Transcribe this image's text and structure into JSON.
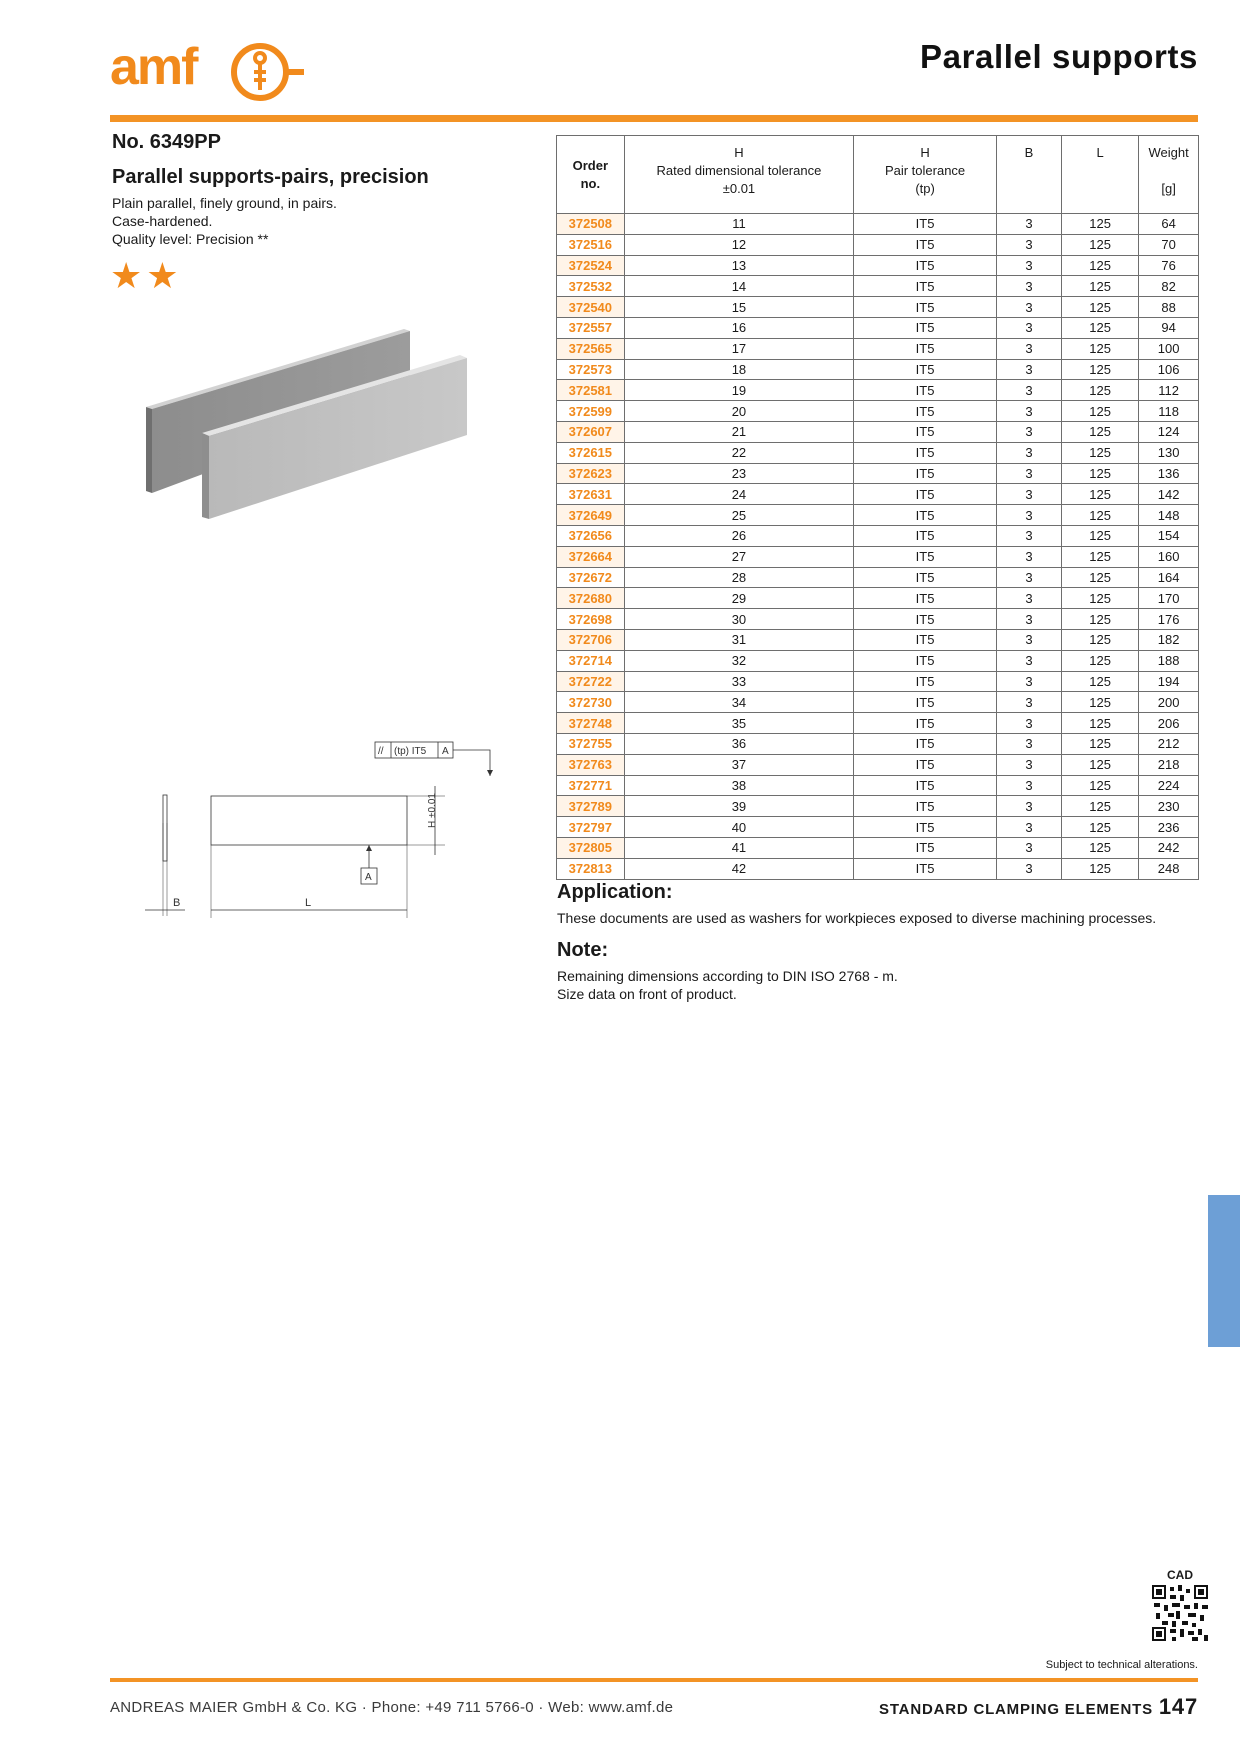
{
  "header": {
    "logo_text": "amf",
    "title": "Parallel supports"
  },
  "product": {
    "number": "No. 6349PP",
    "name": "Parallel supports-pairs, precision",
    "description": [
      "Plain parallel, finely ground, in pairs.",
      "Case-hardened.",
      "Quality level: Precision **"
    ],
    "stars": "★★"
  },
  "drawing": {
    "tolerance_frame": [
      "//",
      "(tp) IT5",
      "A"
    ],
    "h_label": "H ±0.01",
    "datum": "A",
    "b_label": "B",
    "l_label": "L"
  },
  "table": {
    "headers": {
      "order": [
        "Order",
        "no."
      ],
      "h_rated": [
        "H",
        "Rated dimensional tolerance",
        "±0.01"
      ],
      "h_pair": [
        "H",
        "Pair tolerance",
        "(tp)"
      ],
      "b": "B",
      "l": "L",
      "weight": [
        "Weight",
        "",
        "[g]"
      ]
    },
    "rows": [
      [
        "372508",
        "11",
        "IT5",
        "3",
        "125",
        "64"
      ],
      [
        "372516",
        "12",
        "IT5",
        "3",
        "125",
        "70"
      ],
      [
        "372524",
        "13",
        "IT5",
        "3",
        "125",
        "76"
      ],
      [
        "372532",
        "14",
        "IT5",
        "3",
        "125",
        "82"
      ],
      [
        "372540",
        "15",
        "IT5",
        "3",
        "125",
        "88"
      ],
      [
        "372557",
        "16",
        "IT5",
        "3",
        "125",
        "94"
      ],
      [
        "372565",
        "17",
        "IT5",
        "3",
        "125",
        "100"
      ],
      [
        "372573",
        "18",
        "IT5",
        "3",
        "125",
        "106"
      ],
      [
        "372581",
        "19",
        "IT5",
        "3",
        "125",
        "112"
      ],
      [
        "372599",
        "20",
        "IT5",
        "3",
        "125",
        "118"
      ],
      [
        "372607",
        "21",
        "IT5",
        "3",
        "125",
        "124"
      ],
      [
        "372615",
        "22",
        "IT5",
        "3",
        "125",
        "130"
      ],
      [
        "372623",
        "23",
        "IT5",
        "3",
        "125",
        "136"
      ],
      [
        "372631",
        "24",
        "IT5",
        "3",
        "125",
        "142"
      ],
      [
        "372649",
        "25",
        "IT5",
        "3",
        "125",
        "148"
      ],
      [
        "372656",
        "26",
        "IT5",
        "3",
        "125",
        "154"
      ],
      [
        "372664",
        "27",
        "IT5",
        "3",
        "125",
        "160"
      ],
      [
        "372672",
        "28",
        "IT5",
        "3",
        "125",
        "164"
      ],
      [
        "372680",
        "29",
        "IT5",
        "3",
        "125",
        "170"
      ],
      [
        "372698",
        "30",
        "IT5",
        "3",
        "125",
        "176"
      ],
      [
        "372706",
        "31",
        "IT5",
        "3",
        "125",
        "182"
      ],
      [
        "372714",
        "32",
        "IT5",
        "3",
        "125",
        "188"
      ],
      [
        "372722",
        "33",
        "IT5",
        "3",
        "125",
        "194"
      ],
      [
        "372730",
        "34",
        "IT5",
        "3",
        "125",
        "200"
      ],
      [
        "372748",
        "35",
        "IT5",
        "3",
        "125",
        "206"
      ],
      [
        "372755",
        "36",
        "IT5",
        "3",
        "125",
        "212"
      ],
      [
        "372763",
        "37",
        "IT5",
        "3",
        "125",
        "218"
      ],
      [
        "372771",
        "38",
        "IT5",
        "3",
        "125",
        "224"
      ],
      [
        "372789",
        "39",
        "IT5",
        "3",
        "125",
        "230"
      ],
      [
        "372797",
        "40",
        "IT5",
        "3",
        "125",
        "236"
      ],
      [
        "372805",
        "41",
        "IT5",
        "3",
        "125",
        "242"
      ],
      [
        "372813",
        "42",
        "IT5",
        "3",
        "125",
        "248"
      ]
    ]
  },
  "application": {
    "heading": "Application:",
    "text": "These documents are used as washers for workpieces exposed to diverse machining processes."
  },
  "note": {
    "heading": "Note:",
    "lines": [
      "Remaining dimensions according to DIN ISO 2768 - m.",
      "Size data on front of product."
    ]
  },
  "cad": {
    "label": "CAD"
  },
  "footer": {
    "alterations": "Subject to technical alterations.",
    "company": "ANDREAS MAIER GmbH & Co. KG · Phone: +49 711 5766-0 · Web: www.amf.de",
    "section": "STANDARD CLAMPING ELEMENTS",
    "page": "147"
  },
  "colors": {
    "accent": "#f39325",
    "order_no": "#f18a1c",
    "side_tab": "#6d9fd6"
  }
}
